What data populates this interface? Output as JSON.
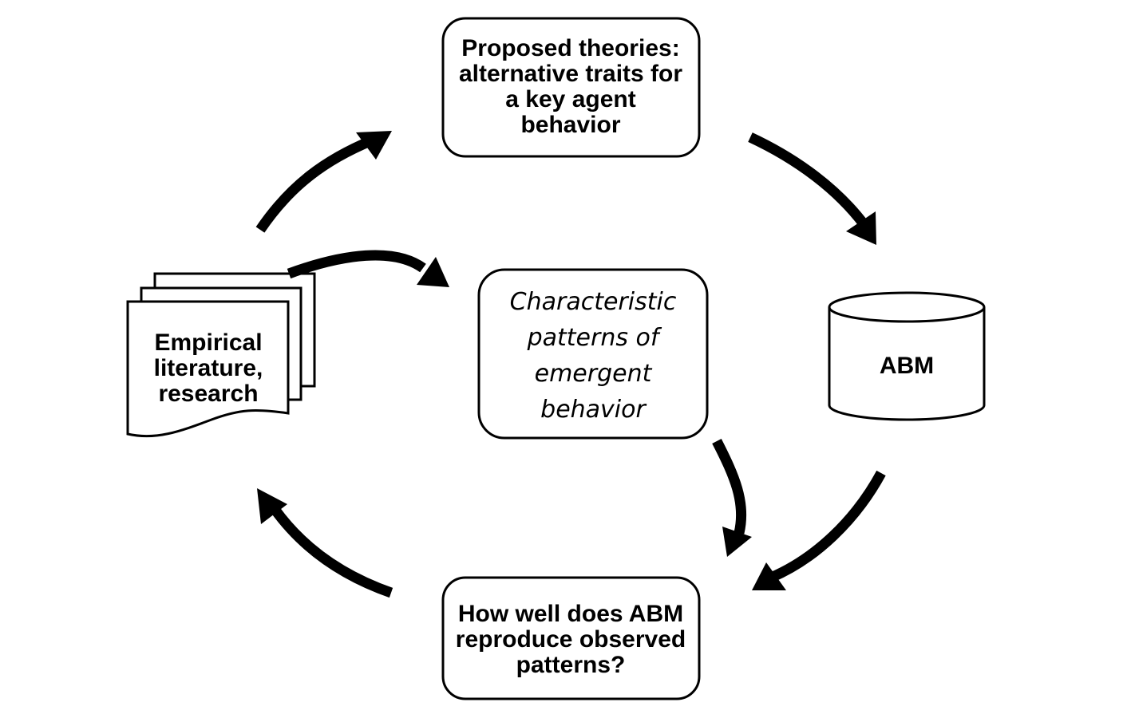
{
  "nodes": {
    "theories": {
      "lines": [
        "Proposed theories:",
        "alternative traits for",
        "a key agent",
        "behavior"
      ]
    },
    "patterns": {
      "lines": [
        "Characteristic",
        "patterns of",
        "emergent",
        "behavior"
      ]
    },
    "abm": {
      "lines": [
        "ABM"
      ]
    },
    "evaluation": {
      "lines": [
        "How well does ABM",
        "reproduce observed",
        "patterns?"
      ]
    },
    "literature": {
      "lines": [
        "Empirical",
        "literature,",
        "research"
      ]
    }
  },
  "edges": [
    {
      "from": "literature",
      "to": "theories"
    },
    {
      "from": "theories",
      "to": "abm"
    },
    {
      "from": "abm",
      "to": "evaluation"
    },
    {
      "from": "evaluation",
      "to": "literature"
    },
    {
      "from": "literature",
      "to": "patterns"
    },
    {
      "from": "patterns",
      "to": "evaluation"
    }
  ]
}
